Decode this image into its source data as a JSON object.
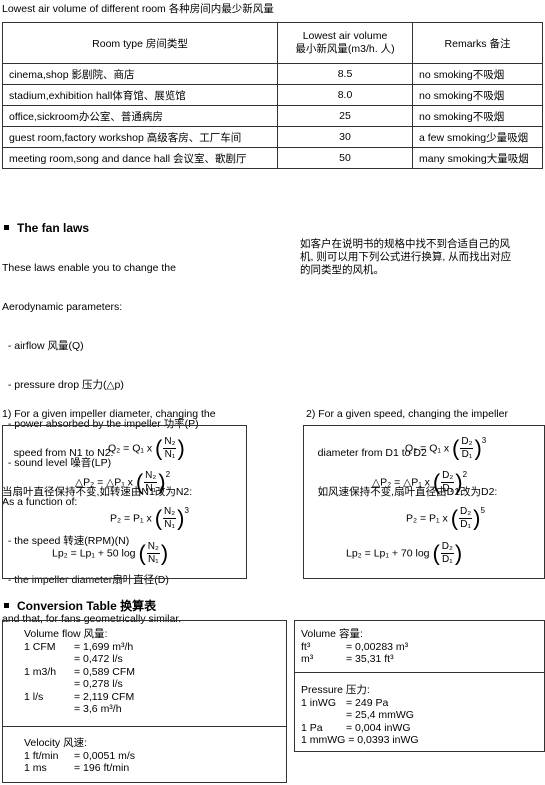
{
  "title": "Lowest air volume of different room   各种房间内最少新风量",
  "table": {
    "headers": [
      "Room type  房间类型",
      "Lowest air volume",
      "最小新风量(m3/h. 人)",
      "Remarks 备注"
    ],
    "rows": [
      [
        "cinema,shop 影剧院、商店",
        "8.5",
        "no smoking不吸烟"
      ],
      [
        "stadium,exhibition hall体育馆、展览馆",
        "8.0",
        "no smoking不吸烟"
      ],
      [
        "office,sickroom办公室、普通病房",
        "25",
        "no smoking不吸烟"
      ],
      [
        "guest room,factory workshop 高级客房、工厂车间",
        "30",
        "a few smoking少量吸烟"
      ],
      [
        "meeting room,song and dance hall 会议室、歌剧厅",
        "50",
        "many smoking大量吸烟"
      ]
    ]
  },
  "fan_laws": {
    "heading": "The fan laws",
    "left_lines": [
      "These laws enable you to change the",
      "Aerodynamic parameters:",
      "  - airflow 风量(Q)",
      "  - pressure drop 压力(△p)",
      "  - power absorbed by the impeller 功率(P)",
      "  - sound level 噪音(LP)",
      "As a function of:",
      "  - the speed 转速(RPM)(N)",
      "  - the impeller diameter扇叶直径(D)",
      "and that, for fans geometrically similar."
    ],
    "right_lines": [
      "如客户在说明书的规格中找不到合适自己的风",
      "机, 则可以用下列公式进行换算, 从而找出对应",
      "的同类型的风机。"
    ],
    "case1": [
      "1) For a given impeller diameter, changing the",
      "    speed from N1 to N2:",
      "当扇叶直径保持不变,如转速由N1改为N2:"
    ],
    "case2": [
      "2) For a given speed, changing the impeller",
      "    diameter from D1 to D2",
      "    如风速保持不变,扇叶直径由D1改为D2:"
    ],
    "formulas1": [
      {
        "lhs": "Q₂ = Q₁ x",
        "num": "N₂",
        "den": "N₁",
        "exp": ""
      },
      {
        "lhs": "△P₂ = △P₁ x",
        "num": "N₂",
        "den": "N₁",
        "exp": "2"
      },
      {
        "lhs": "P₂ = P₁ x",
        "num": "N₂",
        "den": "N₁",
        "exp": "3"
      },
      {
        "lhs": "Lp₂ = Lp₁ + 50 log",
        "num": "N₂",
        "den": "N₁",
        "exp": ""
      }
    ],
    "formulas2": [
      {
        "lhs": "Q₂ = Q₁ x",
        "num": "D₂",
        "den": "D₁",
        "exp": "3"
      },
      {
        "lhs": "△P₂ = △P₁ x",
        "num": "D₂",
        "den": "D₁",
        "exp": "2"
      },
      {
        "lhs": "P₂ = P₁ x",
        "num": "D₂",
        "den": "D₁",
        "exp": "5"
      },
      {
        "lhs": "Lp₂ = Lp₁ + 70 log",
        "num": "D₂",
        "den": "D₁",
        "exp": ""
      }
    ]
  },
  "conversion": {
    "heading": "Conversion Table  换算表",
    "volume_flow": {
      "title": "Volume flow  风量:",
      "rows": [
        [
          "1 CFM",
          "= 1,699 m³/h"
        ],
        [
          "",
          "= 0,472 l/s"
        ],
        [
          "1 m3/h",
          "= 0,589 CFM"
        ],
        [
          "",
          "= 0,278 l/s"
        ],
        [
          "1 l/s",
          "= 2,119 CFM"
        ],
        [
          "",
          "= 3,6 m³/h"
        ]
      ]
    },
    "velocity": {
      "title": "Velocity  风速:",
      "rows": [
        [
          "1 ft/min",
          "= 0,0051 m/s"
        ],
        [
          "1 ms",
          "= 196 ft/min"
        ]
      ]
    },
    "volume": {
      "title": "Volume  容量:",
      "rows": [
        [
          "ft³",
          "= 0,00283 m³"
        ],
        [
          "m³",
          "= 35,31 ft³"
        ]
      ]
    },
    "pressure": {
      "title": "Pressure  压力:",
      "rows": [
        [
          "1 inWG",
          "= 249 Pa"
        ],
        [
          "",
          "= 25,4 mmWG"
        ],
        [
          "1 Pa",
          "= 0,004 inWG"
        ],
        [
          "1 mmWG",
          "= 0,0393 inWG"
        ]
      ]
    }
  }
}
